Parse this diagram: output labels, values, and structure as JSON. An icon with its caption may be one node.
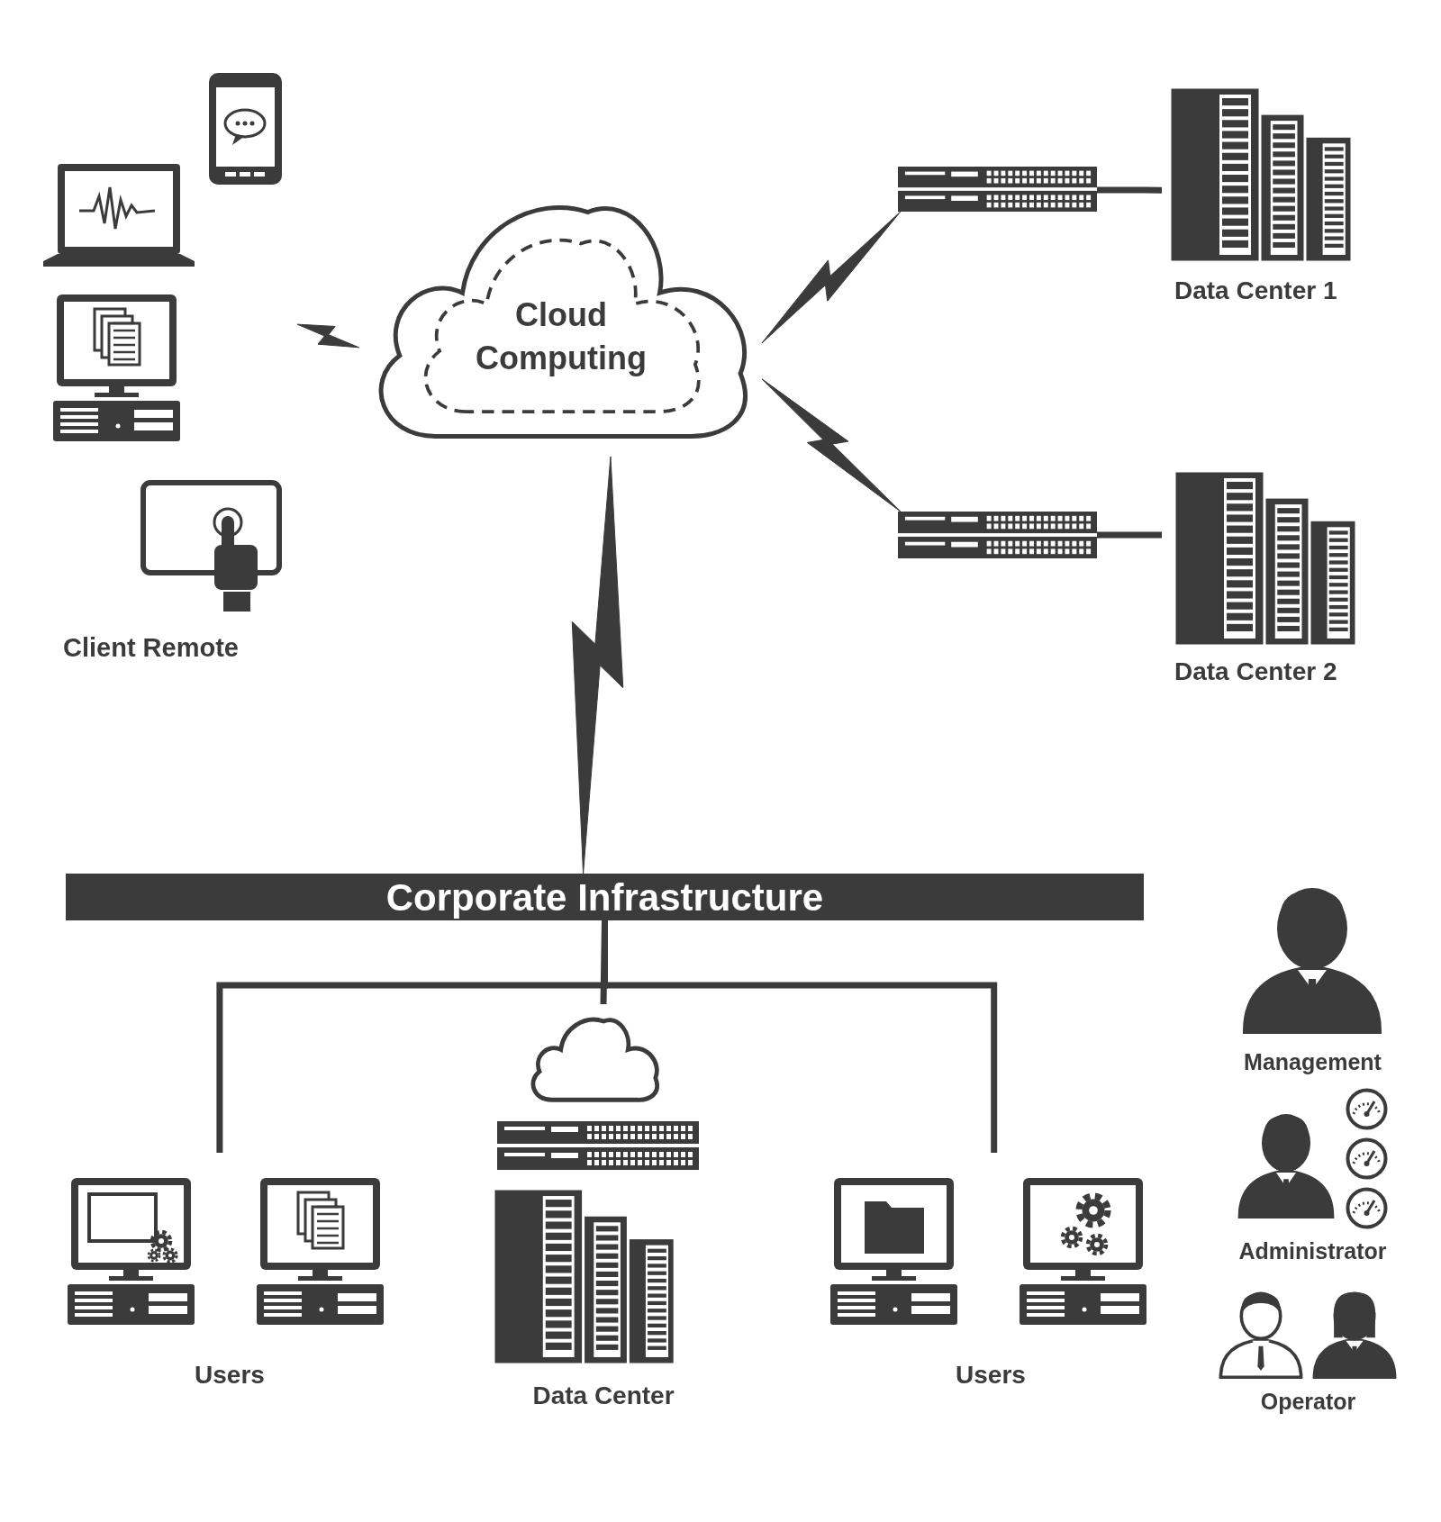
{
  "diagram": {
    "nodes": [
      {
        "text": [
          "Cloud Computing"
        ]
      },
      {
        "text": [
          "Client Remote"
        ]
      },
      {
        "text": [],
        "shape": "picture"
      },
      {
        "text": [
          "Data Center 1"
        ]
      },
      {
        "text": [],
        "shape": "picture"
      },
      {
        "text": [
          "Data Center 2"
        ]
      },
      {
        "text": [
          "Corporate Infrastructure"
        ]
      },
      {
        "text": [
          "Users"
        ]
      },
      {
        "text": [
          "Data Center"
        ]
      },
      {
        "text": [
          "Users"
        ]
      },
      {
        "text": [
          "Management"
        ]
      },
      {
        "text": [
          "Administrator"
        ]
      },
      {
        "text": [
          "Operator"
        ]
      }
    ],
    "edges": [
      {
        "from": 1,
        "to": 0,
        "arrow": "none"
      },
      {
        "from": 0,
        "to": 2,
        "arrow": "none"
      },
      {
        "from": 0,
        "to": 4,
        "arrow": "none"
      },
      {
        "from": 2,
        "to": 3,
        "arrow": "none"
      },
      {
        "from": 4,
        "to": 5,
        "arrow": "none"
      },
      {
        "from": 0,
        "to": 6,
        "arrow": "none"
      },
      {
        "from": 6,
        "to": 7,
        "arrow": "none"
      },
      {
        "from": 6,
        "to": 8,
        "arrow": "none"
      },
      {
        "from": 6,
        "to": 9,
        "arrow": "none"
      }
    ]
  }
}
